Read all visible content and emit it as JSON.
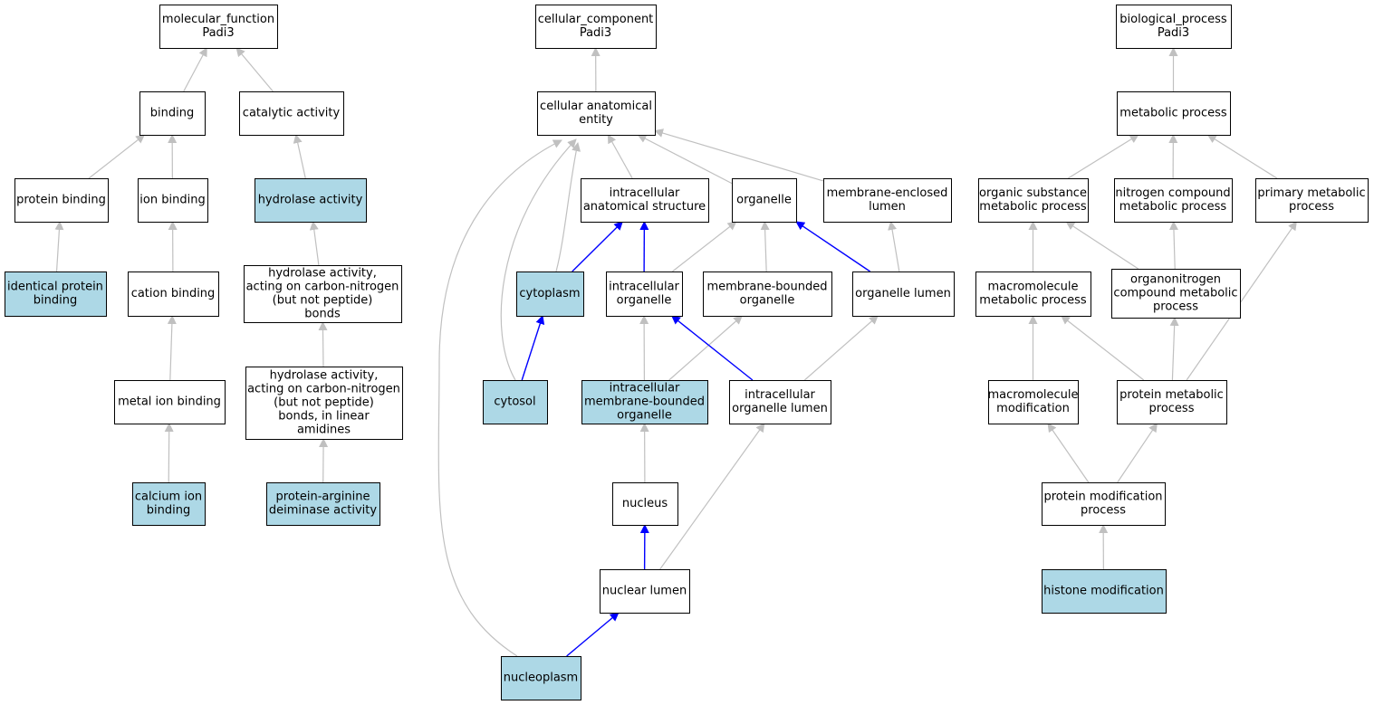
{
  "colors": {
    "node_fill": "#ffffff",
    "highlight_fill": "#add8e6",
    "node_stroke": "#000000",
    "edge_gray": "#c0c0c0",
    "edge_blue": "#0000ff"
  },
  "nodes": [
    {
      "id": "mf",
      "lines": [
        "molecular_function",
        "Padi3"
      ],
      "highlight": false
    },
    {
      "id": "binding",
      "lines": [
        "binding"
      ],
      "highlight": false
    },
    {
      "id": "catalytic",
      "lines": [
        "catalytic activity"
      ],
      "highlight": false
    },
    {
      "id": "protein_binding",
      "lines": [
        "protein binding"
      ],
      "highlight": false
    },
    {
      "id": "ion_binding",
      "lines": [
        "ion binding"
      ],
      "highlight": false
    },
    {
      "id": "hydrolase",
      "lines": [
        "hydrolase activity"
      ],
      "highlight": true
    },
    {
      "id": "identical",
      "lines": [
        "identical protein",
        "binding"
      ],
      "highlight": true
    },
    {
      "id": "cation",
      "lines": [
        "cation binding"
      ],
      "highlight": false
    },
    {
      "id": "hyd_cn",
      "lines": [
        "hydrolase activity,",
        "acting on carbon-nitrogen",
        "(but not peptide)",
        "bonds"
      ],
      "highlight": false
    },
    {
      "id": "metal",
      "lines": [
        "metal ion binding"
      ],
      "highlight": false
    },
    {
      "id": "hyd_lin",
      "lines": [
        "hydrolase activity,",
        "acting on carbon-nitrogen",
        "(but not peptide)",
        "bonds, in linear",
        "amidines"
      ],
      "highlight": false
    },
    {
      "id": "calcium",
      "lines": [
        "calcium ion",
        "binding"
      ],
      "highlight": true
    },
    {
      "id": "padi",
      "lines": [
        "protein-arginine",
        "deiminase activity"
      ],
      "highlight": true
    },
    {
      "id": "cc",
      "lines": [
        "cellular_component",
        "Padi3"
      ],
      "highlight": false
    },
    {
      "id": "cae",
      "lines": [
        "cellular anatomical",
        "entity"
      ],
      "highlight": false
    },
    {
      "id": "ias",
      "lines": [
        "intracellular",
        "anatomical structure"
      ],
      "highlight": false
    },
    {
      "id": "organelle",
      "lines": [
        "organelle"
      ],
      "highlight": false
    },
    {
      "id": "mel",
      "lines": [
        "membrane-enclosed",
        "lumen"
      ],
      "highlight": false
    },
    {
      "id": "cytoplasm",
      "lines": [
        "cytoplasm"
      ],
      "highlight": true
    },
    {
      "id": "io",
      "lines": [
        "intracellular",
        "organelle"
      ],
      "highlight": false
    },
    {
      "id": "mbo",
      "lines": [
        "membrane-bounded",
        "organelle"
      ],
      "highlight": false
    },
    {
      "id": "ol",
      "lines": [
        "organelle lumen"
      ],
      "highlight": false
    },
    {
      "id": "cytosol",
      "lines": [
        "cytosol"
      ],
      "highlight": true
    },
    {
      "id": "imbo",
      "lines": [
        "intracellular",
        "membrane-bounded",
        "organelle"
      ],
      "highlight": true
    },
    {
      "id": "iol",
      "lines": [
        "intracellular",
        "organelle lumen"
      ],
      "highlight": false
    },
    {
      "id": "nucleus",
      "lines": [
        "nucleus"
      ],
      "highlight": false
    },
    {
      "id": "nlumen",
      "lines": [
        "nuclear lumen"
      ],
      "highlight": false
    },
    {
      "id": "nucleoplasm",
      "lines": [
        "nucleoplasm"
      ],
      "highlight": true
    },
    {
      "id": "bp",
      "lines": [
        "biological_process",
        "Padi3"
      ],
      "highlight": false
    },
    {
      "id": "metabolic",
      "lines": [
        "metabolic process"
      ],
      "highlight": false
    },
    {
      "id": "osmp",
      "lines": [
        "organic substance",
        "metabolic process"
      ],
      "highlight": false
    },
    {
      "id": "ncmp",
      "lines": [
        "nitrogen compound",
        "metabolic process"
      ],
      "highlight": false
    },
    {
      "id": "pmp",
      "lines": [
        "primary metabolic",
        "process"
      ],
      "highlight": false
    },
    {
      "id": "mmp",
      "lines": [
        "macromolecule",
        "metabolic process"
      ],
      "highlight": false
    },
    {
      "id": "ocmp",
      "lines": [
        "organonitrogen",
        "compound metabolic",
        "process"
      ],
      "highlight": false
    },
    {
      "id": "mm",
      "lines": [
        "macromolecule",
        "modification"
      ],
      "highlight": false
    },
    {
      "id": "protmp",
      "lines": [
        "protein metabolic",
        "process"
      ],
      "highlight": false
    },
    {
      "id": "pmod",
      "lines": [
        "protein modification",
        "process"
      ],
      "highlight": false
    },
    {
      "id": "histone",
      "lines": [
        "histone modification"
      ],
      "highlight": true
    }
  ],
  "edges": [
    {
      "from": "binding",
      "to": "mf",
      "color": "gray"
    },
    {
      "from": "catalytic",
      "to": "mf",
      "color": "gray"
    },
    {
      "from": "protein_binding",
      "to": "binding",
      "color": "gray"
    },
    {
      "from": "ion_binding",
      "to": "binding",
      "color": "gray"
    },
    {
      "from": "hydrolase",
      "to": "catalytic",
      "color": "gray"
    },
    {
      "from": "identical",
      "to": "protein_binding",
      "color": "gray"
    },
    {
      "from": "cation",
      "to": "ion_binding",
      "color": "gray"
    },
    {
      "from": "hyd_cn",
      "to": "hydrolase",
      "color": "gray"
    },
    {
      "from": "metal",
      "to": "cation",
      "color": "gray"
    },
    {
      "from": "hyd_lin",
      "to": "hyd_cn",
      "color": "gray"
    },
    {
      "from": "calcium",
      "to": "metal",
      "color": "gray"
    },
    {
      "from": "padi",
      "to": "hyd_lin",
      "color": "gray"
    },
    {
      "from": "cae",
      "to": "cc",
      "color": "gray"
    },
    {
      "from": "ias",
      "to": "cae",
      "color": "gray"
    },
    {
      "from": "organelle",
      "to": "cae",
      "color": "gray"
    },
    {
      "from": "mel",
      "to": "cae",
      "color": "gray"
    },
    {
      "from": "cytoplasm",
      "to": "cae",
      "color": "gray"
    },
    {
      "from": "cytosol",
      "to": "cae",
      "color": "gray"
    },
    {
      "from": "nucleoplasm",
      "to": "cae",
      "color": "gray"
    },
    {
      "from": "cytoplasm",
      "to": "ias",
      "color": "blue"
    },
    {
      "from": "io",
      "to": "ias",
      "color": "blue"
    },
    {
      "from": "io",
      "to": "organelle",
      "color": "gray"
    },
    {
      "from": "mbo",
      "to": "organelle",
      "color": "gray"
    },
    {
      "from": "ol",
      "to": "organelle",
      "color": "blue"
    },
    {
      "from": "ol",
      "to": "mel",
      "color": "gray"
    },
    {
      "from": "cytosol",
      "to": "cytoplasm",
      "color": "blue"
    },
    {
      "from": "imbo",
      "to": "io",
      "color": "gray"
    },
    {
      "from": "imbo",
      "to": "mbo",
      "color": "gray"
    },
    {
      "from": "iol",
      "to": "io",
      "color": "blue"
    },
    {
      "from": "iol",
      "to": "ol",
      "color": "gray"
    },
    {
      "from": "nucleus",
      "to": "imbo",
      "color": "gray"
    },
    {
      "from": "nlumen",
      "to": "nucleus",
      "color": "blue"
    },
    {
      "from": "nlumen",
      "to": "iol",
      "color": "gray"
    },
    {
      "from": "nucleoplasm",
      "to": "nlumen",
      "color": "blue"
    },
    {
      "from": "metabolic",
      "to": "bp",
      "color": "gray"
    },
    {
      "from": "osmp",
      "to": "metabolic",
      "color": "gray"
    },
    {
      "from": "ncmp",
      "to": "metabolic",
      "color": "gray"
    },
    {
      "from": "pmp",
      "to": "metabolic",
      "color": "gray"
    },
    {
      "from": "mmp",
      "to": "osmp",
      "color": "gray"
    },
    {
      "from": "ocmp",
      "to": "osmp",
      "color": "gray"
    },
    {
      "from": "ocmp",
      "to": "ncmp",
      "color": "gray"
    },
    {
      "from": "mm",
      "to": "mmp",
      "color": "gray"
    },
    {
      "from": "protmp",
      "to": "mmp",
      "color": "gray"
    },
    {
      "from": "protmp",
      "to": "ocmp",
      "color": "gray"
    },
    {
      "from": "protmp",
      "to": "pmp",
      "color": "gray"
    },
    {
      "from": "pmod",
      "to": "mm",
      "color": "gray"
    },
    {
      "from": "pmod",
      "to": "protmp",
      "color": "gray"
    },
    {
      "from": "histone",
      "to": "pmod",
      "color": "gray"
    }
  ]
}
